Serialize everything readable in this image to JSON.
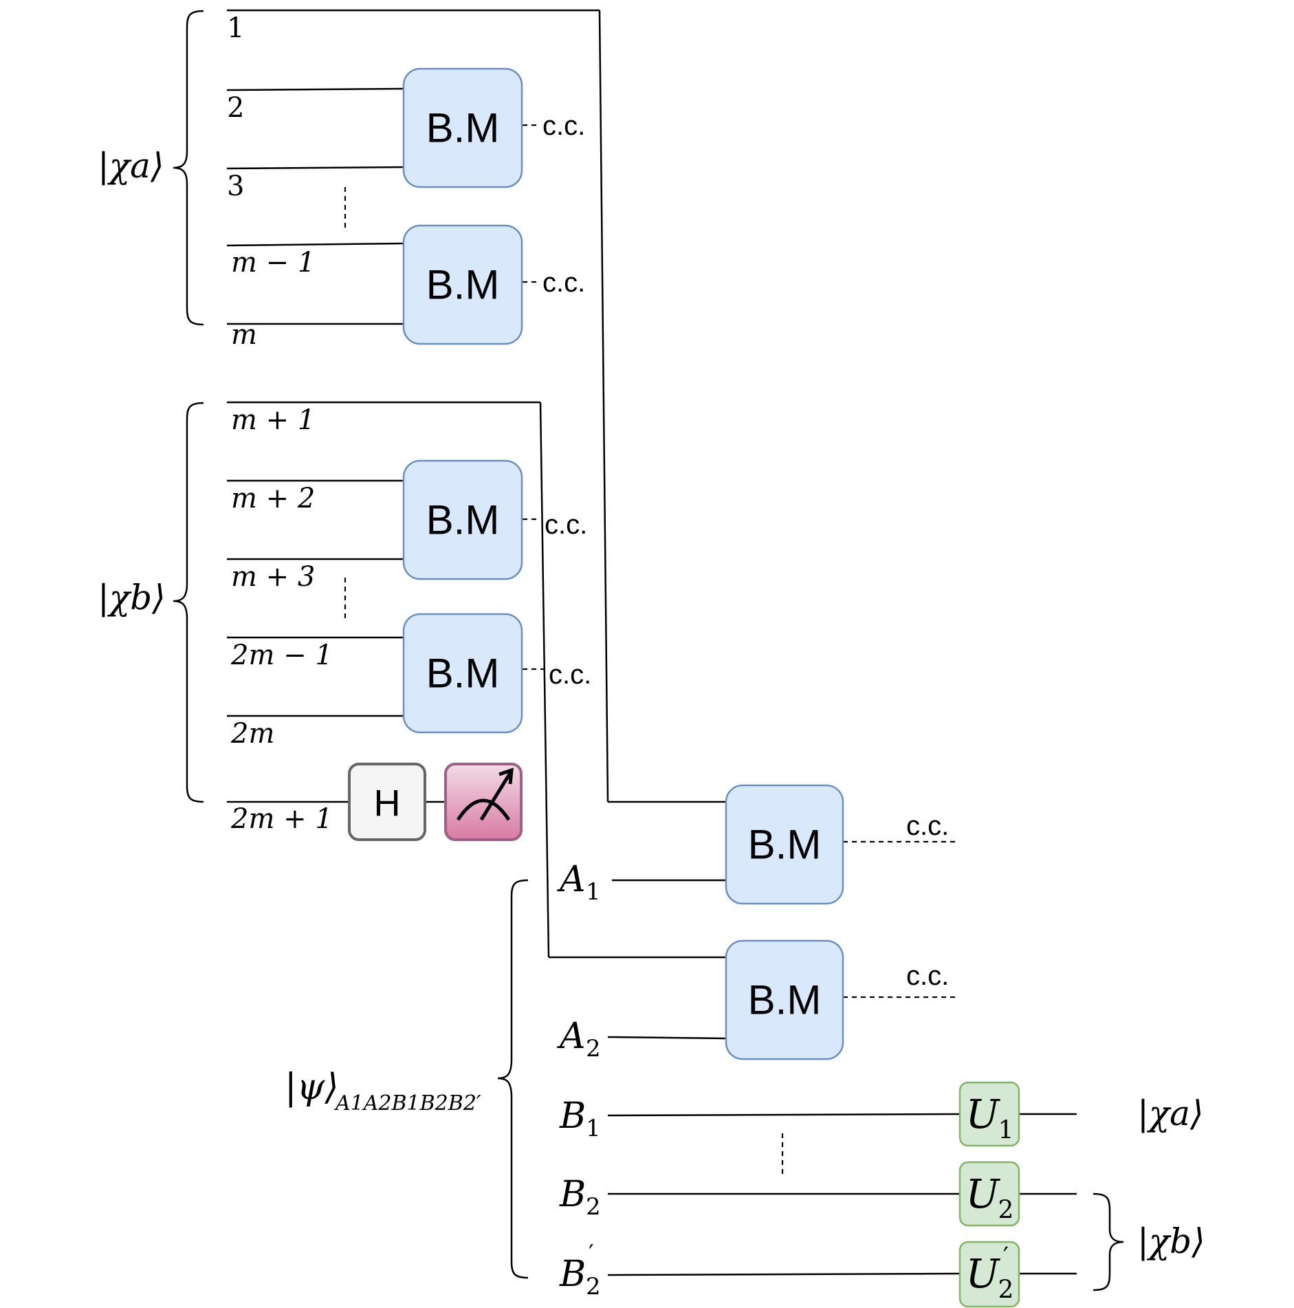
{
  "wire_labels": {
    "w1": "1",
    "w2": "2",
    "w3": "3",
    "wm1": "m − 1",
    "wm": "m",
    "wmp1": "m + 1",
    "wmp2": "m + 2",
    "wmp3": "m + 3",
    "w2m1": "2m − 1",
    "w2m": "2m",
    "w2mp1": "2m + 1"
  },
  "gates": {
    "bell_measurement": "B.M",
    "hadamard": "H",
    "unitary_1": "U",
    "unitary_1_sub": "1",
    "unitary_2": "U",
    "unitary_2_sub": "2",
    "unitary_2p": "U",
    "unitary_2p_sub": "2",
    "unitary_2p_prime": "′"
  },
  "classical_comm": "c.c.",
  "states": {
    "chi_a": "|χa⟩",
    "chi_b": "|χb⟩",
    "psi": "|ψ⟩",
    "psi_sub": "A1A2B1B2B2′",
    "out_chi_a": "|χa⟩",
    "out_chi_b": "|χb⟩"
  },
  "qubits": {
    "A1": "A",
    "A1_sub": "1",
    "A2": "A",
    "A2_sub": "2",
    "B1": "B",
    "B1_sub": "1",
    "B2": "B",
    "B2_sub": "2",
    "B2p": "B",
    "B2p_sub": "2",
    "B2p_prime": "′"
  },
  "colors": {
    "bm_fill": "#dae8fc",
    "bm_stroke": "#6c8ebf",
    "h_fill": "#f5f5f5",
    "measure_fill": "#e6a0c0",
    "u_fill": "#d5e8d4",
    "u_stroke": "#82b366"
  }
}
